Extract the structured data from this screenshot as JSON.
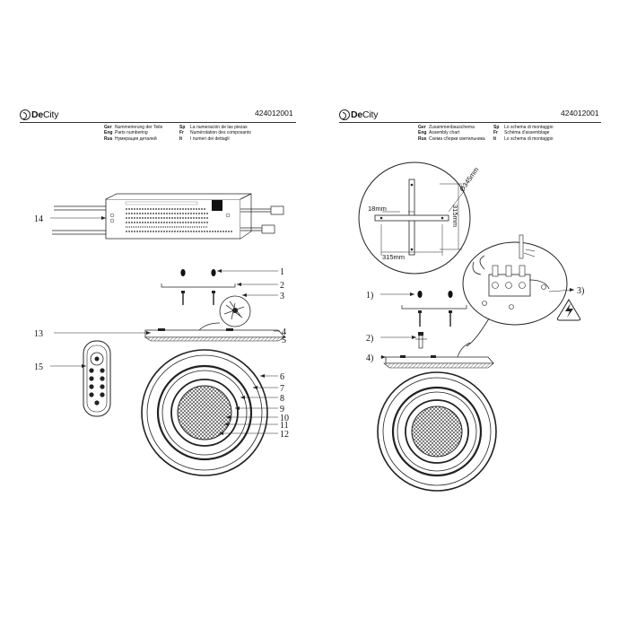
{
  "brand": {
    "part1": "De",
    "part2": "City"
  },
  "article_number": "424012001",
  "left_page": {
    "legend": [
      {
        "code": "Ger",
        "text": "Nummerierung der Teile"
      },
      {
        "code": "Eng",
        "text": "Parts numbering"
      },
      {
        "code": "Rus",
        "text": "Нумерация деталей"
      }
    ],
    "legend_right": [
      {
        "code": "Sp",
        "text": "La numeración de las piezas"
      },
      {
        "code": "Fr",
        "text": "Numérotation des composants"
      },
      {
        "code": "It",
        "text": "I numeri dei dettagli"
      }
    ],
    "part_numbers": [
      "1",
      "2",
      "3",
      "4",
      "5",
      "6",
      "7",
      "8",
      "9",
      "10",
      "11",
      "12",
      "13",
      "14",
      "15"
    ]
  },
  "right_page": {
    "legend": [
      {
        "code": "Ger",
        "text": "Zusammenbauschema"
      },
      {
        "code": "Eng",
        "text": "Assembly chart"
      },
      {
        "code": "Rus",
        "text": "Схема сборки светильника"
      }
    ],
    "legend_right": [
      {
        "code": "Sp",
        "text": "Lo schema di montaggio"
      },
      {
        "code": "Fr",
        "text": "Schéma d'assemblage"
      },
      {
        "code": "It",
        "text": "Lo schema di montaggio"
      }
    ],
    "steps": [
      "1)",
      "2)",
      "3)",
      "4)"
    ],
    "dimensions": {
      "d1": "18mm",
      "d2": "315mm",
      "d3": "315mm",
      "d4": "Ø345mm"
    }
  }
}
